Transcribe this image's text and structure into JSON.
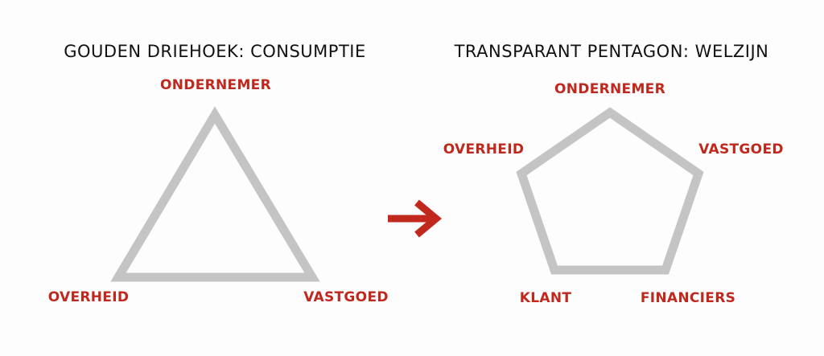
{
  "colors": {
    "shape_stroke": "#c4c4c4",
    "label": "#c0281e",
    "arrow": "#c0281e",
    "heading": "#111111"
  },
  "left_diagram": {
    "title": "GOUDEN DRIEHOEK: CONSUMPTIE",
    "shape": "triangle",
    "nodes": {
      "top": "ONDERNEMER",
      "bottom_left": "OVERHEID",
      "bottom_right": "VASTGOED"
    }
  },
  "right_diagram": {
    "title": "TRANSPARANT PENTAGON: WELZIJN",
    "shape": "pentagon",
    "nodes": {
      "top": "ONDERNEMER",
      "left": "OVERHEID",
      "right": "VASTGOED",
      "bottom_left": "KLANT",
      "bottom_right": "FINANCIERS"
    }
  },
  "connector": {
    "icon": "right-arrow-icon"
  }
}
